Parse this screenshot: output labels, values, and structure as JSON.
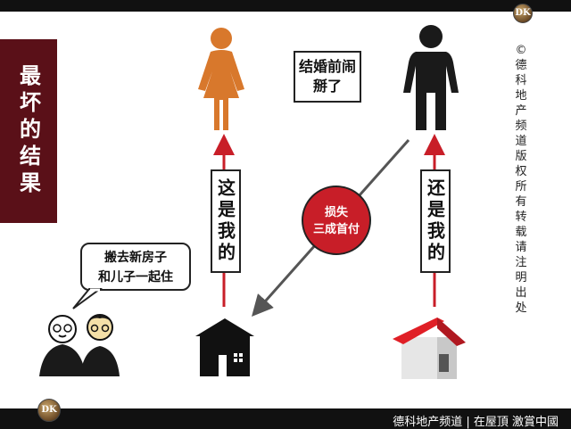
{
  "title": "最坏的结果",
  "top_label": "结婚前闹掰了",
  "loss_line1": "损失",
  "loss_line2": "三成首付",
  "left_label": "这是我的",
  "right_label": "还是我的",
  "bubble_line1": "搬去新房子",
  "bubble_line2": "和儿子一起住",
  "copyright": "©德科地产频道版权所有转载请注明出处",
  "footer": "德科地产频道 | 在屋頂 激賞中國",
  "logo_text": "DK",
  "colors": {
    "female": "#d8782c",
    "male": "#1a1a1a",
    "arrow_red": "#c81e28",
    "title_bg": "#5a1018",
    "roof_red": "#e01f26"
  }
}
